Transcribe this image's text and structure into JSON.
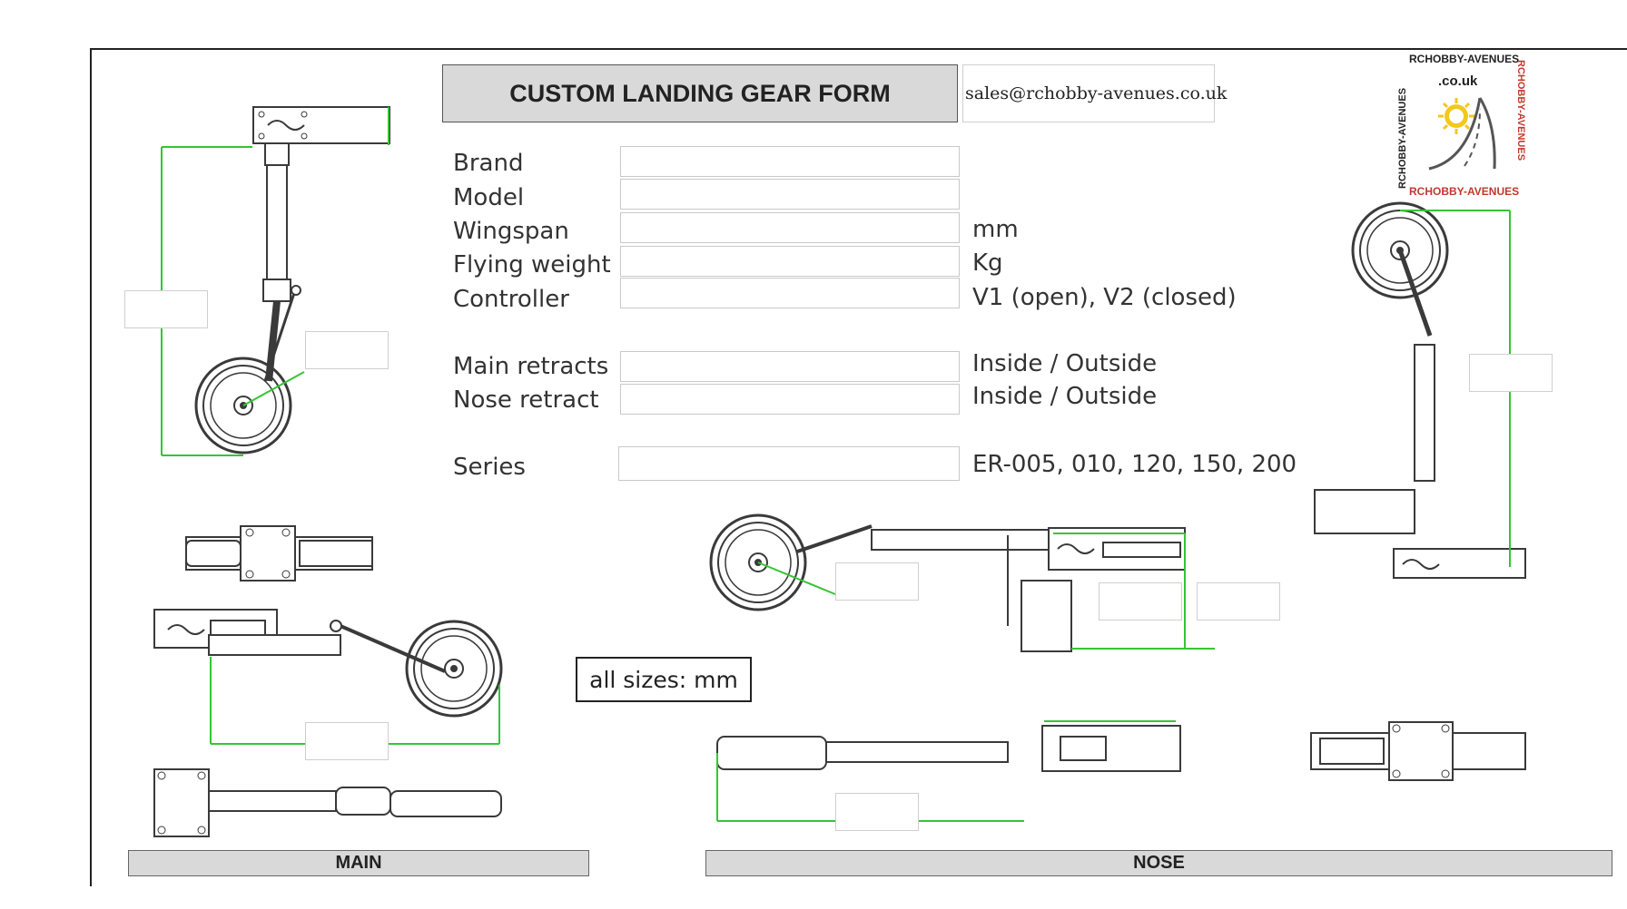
{
  "form": {
    "title": "CUSTOM LANDING GEAR FORM",
    "email": "sales@rchobby-avenues.co.uk",
    "fields": [
      {
        "label": "Brand",
        "value": "",
        "unit": ""
      },
      {
        "label": "Model",
        "value": "",
        "unit": ""
      },
      {
        "label": "Wingspan",
        "value": "",
        "unit": "mm"
      },
      {
        "label": "Flying weight",
        "value": "",
        "unit": "Kg"
      },
      {
        "label": "Controller",
        "value": "",
        "unit": "V1 (open), V2 (closed)"
      },
      {
        "label": "Main retracts",
        "value": "",
        "unit": "Inside / Outside"
      },
      {
        "label": "Nose retract",
        "value": "",
        "unit": "Inside / Outside"
      },
      {
        "label": "Series",
        "value": "",
        "unit": "ER-005, 010, 120, 150, 200"
      }
    ],
    "sizes_note": "all sizes: mm"
  },
  "logo": {
    "top": "RCHOBBY-AVENUES",
    "domain": ".co.uk",
    "left": "RCHOBBY-AVENUES",
    "right": "RCHOBBY-AVENUES",
    "bottom": "RCHOBBY-AVENUES",
    "sun_color": "#f2c81e",
    "accent_color": "#c0392b"
  },
  "sections": {
    "main": "MAIN",
    "nose": "NOSE"
  },
  "colors": {
    "dimension_line": "#35c535",
    "drawing_line": "#3a3a3a",
    "header_fill": "#d9d9d9"
  }
}
